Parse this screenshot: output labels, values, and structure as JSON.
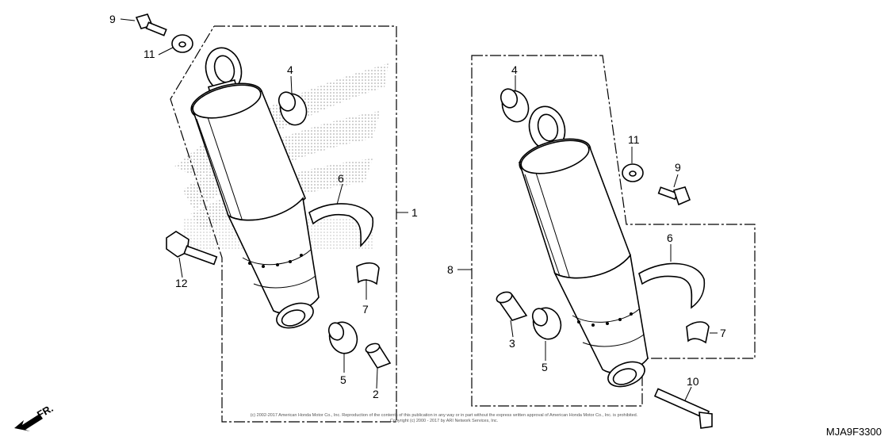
{
  "callouts": {
    "c1": "1",
    "c2": "2",
    "c3": "3",
    "c4a": "4",
    "c4b": "4",
    "c5a": "5",
    "c5b": "5",
    "c6a": "6",
    "c6b": "6",
    "c7a": "7",
    "c7b": "7",
    "c8": "8",
    "c9a": "9",
    "c9b": "9",
    "c10": "10",
    "c11a": "11",
    "c11b": "11",
    "c12": "12"
  },
  "direction_label": "FR.",
  "diagram_code": "MJA9F3300",
  "copyright_line1": "(c) 2002-2017 American Honda Motor Co., Inc. Reproduction of the contents of this publication in any way or in part without the express written approval of American Honda Motor Co., Inc. is prohibited.",
  "copyright_line2": "Copyright (c) 2000 - 2017 by ARI Network Services, Inc.",
  "colors": {
    "line": "#000000",
    "watermark": "#b0b0b0"
  }
}
